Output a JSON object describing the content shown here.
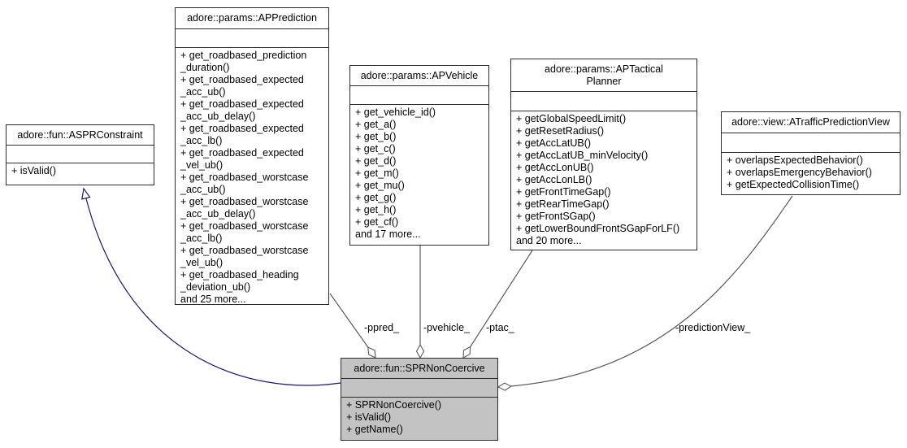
{
  "diagram": {
    "kind": "uml-collaboration-diagram",
    "background_color": "#ffffff",
    "association_edge_color": "#5a5a5a",
    "inheritance_edge_color": "#191970",
    "box_border_color": "#2b2b2b",
    "box_fill_color": "#ffffff",
    "highlight_fill_color": "#c3c3c3"
  },
  "classes": [
    {
      "name": "adore::fun::ASPRConstraint",
      "methods": [
        "+ isValid()"
      ]
    },
    {
      "name": "adore::params::APPrediction",
      "methods": [
        "+ get_roadbased_prediction",
        "_duration()",
        "+ get_roadbased_expected",
        "_acc_ub()",
        "+ get_roadbased_expected",
        "_acc_ub_delay()",
        "+ get_roadbased_expected",
        "_acc_lb()",
        "+ get_roadbased_expected",
        "_vel_ub()",
        "+ get_roadbased_worstcase",
        "_acc_ub()",
        "+ get_roadbased_worstcase",
        "_acc_ub_delay()",
        "+ get_roadbased_worstcase",
        "_acc_lb()",
        "+ get_roadbased_worstcase",
        "_vel_ub()",
        "+ get_roadbased_heading",
        "_deviation_ub()",
        "and 25 more..."
      ]
    },
    {
      "name": "adore::params::APVehicle",
      "methods": [
        "+ get_vehicle_id()",
        "+ get_a()",
        "+ get_b()",
        "+ get_c()",
        "+ get_d()",
        "+ get_m()",
        "+ get_mu()",
        "+ get_g()",
        "+ get_h()",
        "+ get_cf()",
        "and 17 more..."
      ]
    },
    {
      "name": "adore::params::APTactical\nPlanner",
      "methods": [
        "+ getGlobalSpeedLimit()",
        "+ getResetRadius()",
        "+ getAccLatUB()",
        "+ getAccLatUB_minVelocity()",
        "+ getAccLonUB()",
        "+ getAccLonLB()",
        "+ getFrontTimeGap()",
        "+ getRearTimeGap()",
        "+ getFrontSGap()",
        "+ getLowerBoundFrontSGapForLF()",
        "and 20 more..."
      ]
    },
    {
      "name": "adore::view::ATrafficPredictionView",
      "methods": [
        "+ overlapsExpectedBehavior()",
        "+ overlapsEmergencyBehavior()",
        "+ getExpectedCollisionTime()"
      ]
    },
    {
      "name": "adore::fun::SPRNonCoercive",
      "methods": [
        "+ SPRNonCoercive()",
        "+ isValid()",
        "+ getName()"
      ]
    }
  ],
  "edges": {
    "ppred": {
      "label": "-ppred_",
      "type": "aggregation",
      "from": "adore::params::APPrediction",
      "to": "adore::fun::SPRNonCoercive"
    },
    "pvehicle": {
      "label": "-pvehicle_",
      "type": "aggregation",
      "from": "adore::params::APVehicle",
      "to": "adore::fun::SPRNonCoercive"
    },
    "ptac": {
      "label": "-ptac_",
      "type": "aggregation",
      "from": "adore::params::APTactical Planner",
      "to": "adore::fun::SPRNonCoercive"
    },
    "predictionView": {
      "label": "-predictionView_",
      "type": "aggregation",
      "from": "adore::view::ATrafficPredictionView",
      "to": "adore::fun::SPRNonCoercive"
    },
    "inheritance": {
      "label": "",
      "type": "public-inheritance",
      "from": "adore::fun::SPRNonCoercive",
      "to": "adore::fun::ASPRConstraint"
    }
  }
}
